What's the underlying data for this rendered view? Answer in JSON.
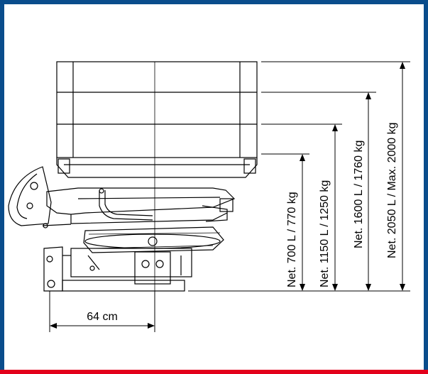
{
  "colors": {
    "frame": "#0a4d8c",
    "accent_bottom": "#e3001b",
    "line": "#000000"
  },
  "dimensions": {
    "width": "64 cm",
    "heights": [
      "Net. 700 L / 770 kg",
      "Net. 1150 L / 1250 kg",
      "Net. 1600 L / 1760 kg",
      "Net. 2050 L / Max. 2000 kg"
    ]
  }
}
